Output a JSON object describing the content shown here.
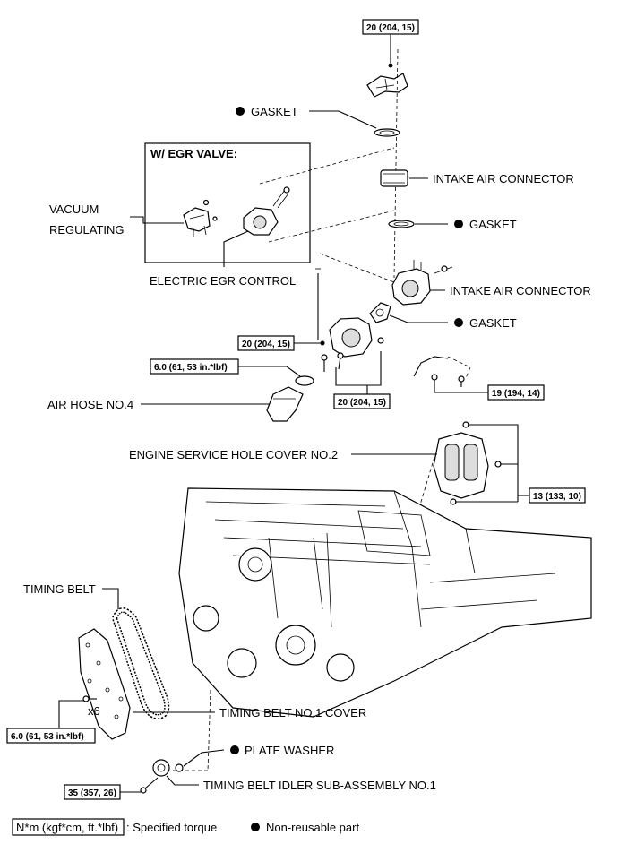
{
  "torque_labels": {
    "t_top": "20 (204, 15)",
    "t_egr_nut": "20 (204, 15)",
    "t_hose_clamp": "6.0 (61, 53 in.*lbf)",
    "t_bolts_mid": "20 (204, 15)",
    "t_pipe": "19 (194, 14)",
    "t_cover_no2": "13 (133, 10)",
    "t_tb_cover": "6.0 (61, 53 in.*lbf)",
    "t_idler": "35 (357, 26)"
  },
  "labels": {
    "gasket_1": "GASKET",
    "egr_box_title": "W/ EGR VALVE:",
    "intake_air_connector_1": "INTAKE AIR CONNECTOR",
    "vacuum_1": "VACUUM",
    "vacuum_2": "REGULATING",
    "gasket_2": "GASKET",
    "electric_egr": "ELECTRIC EGR CONTROL",
    "intake_air_connector_2": "INTAKE AIR CONNECTOR",
    "gasket_3": "GASKET",
    "air_hose": "AIR HOSE NO.4",
    "engine_service": "ENGINE SERVICE HOLE COVER NO.2",
    "timing_belt": "TIMING BELT",
    "x6": "x6",
    "tb_cover": "TIMING BELT NO.1 COVER",
    "plate_washer": "PLATE WASHER",
    "idler": "TIMING BELT IDLER SUB-ASSEMBLY NO.1"
  },
  "legend": {
    "torque_unit": "N*m (kgf*cm, ft.*lbf)",
    "torque_desc": ": Specified torque",
    "nonreusable_desc": "Non-reusable part"
  }
}
